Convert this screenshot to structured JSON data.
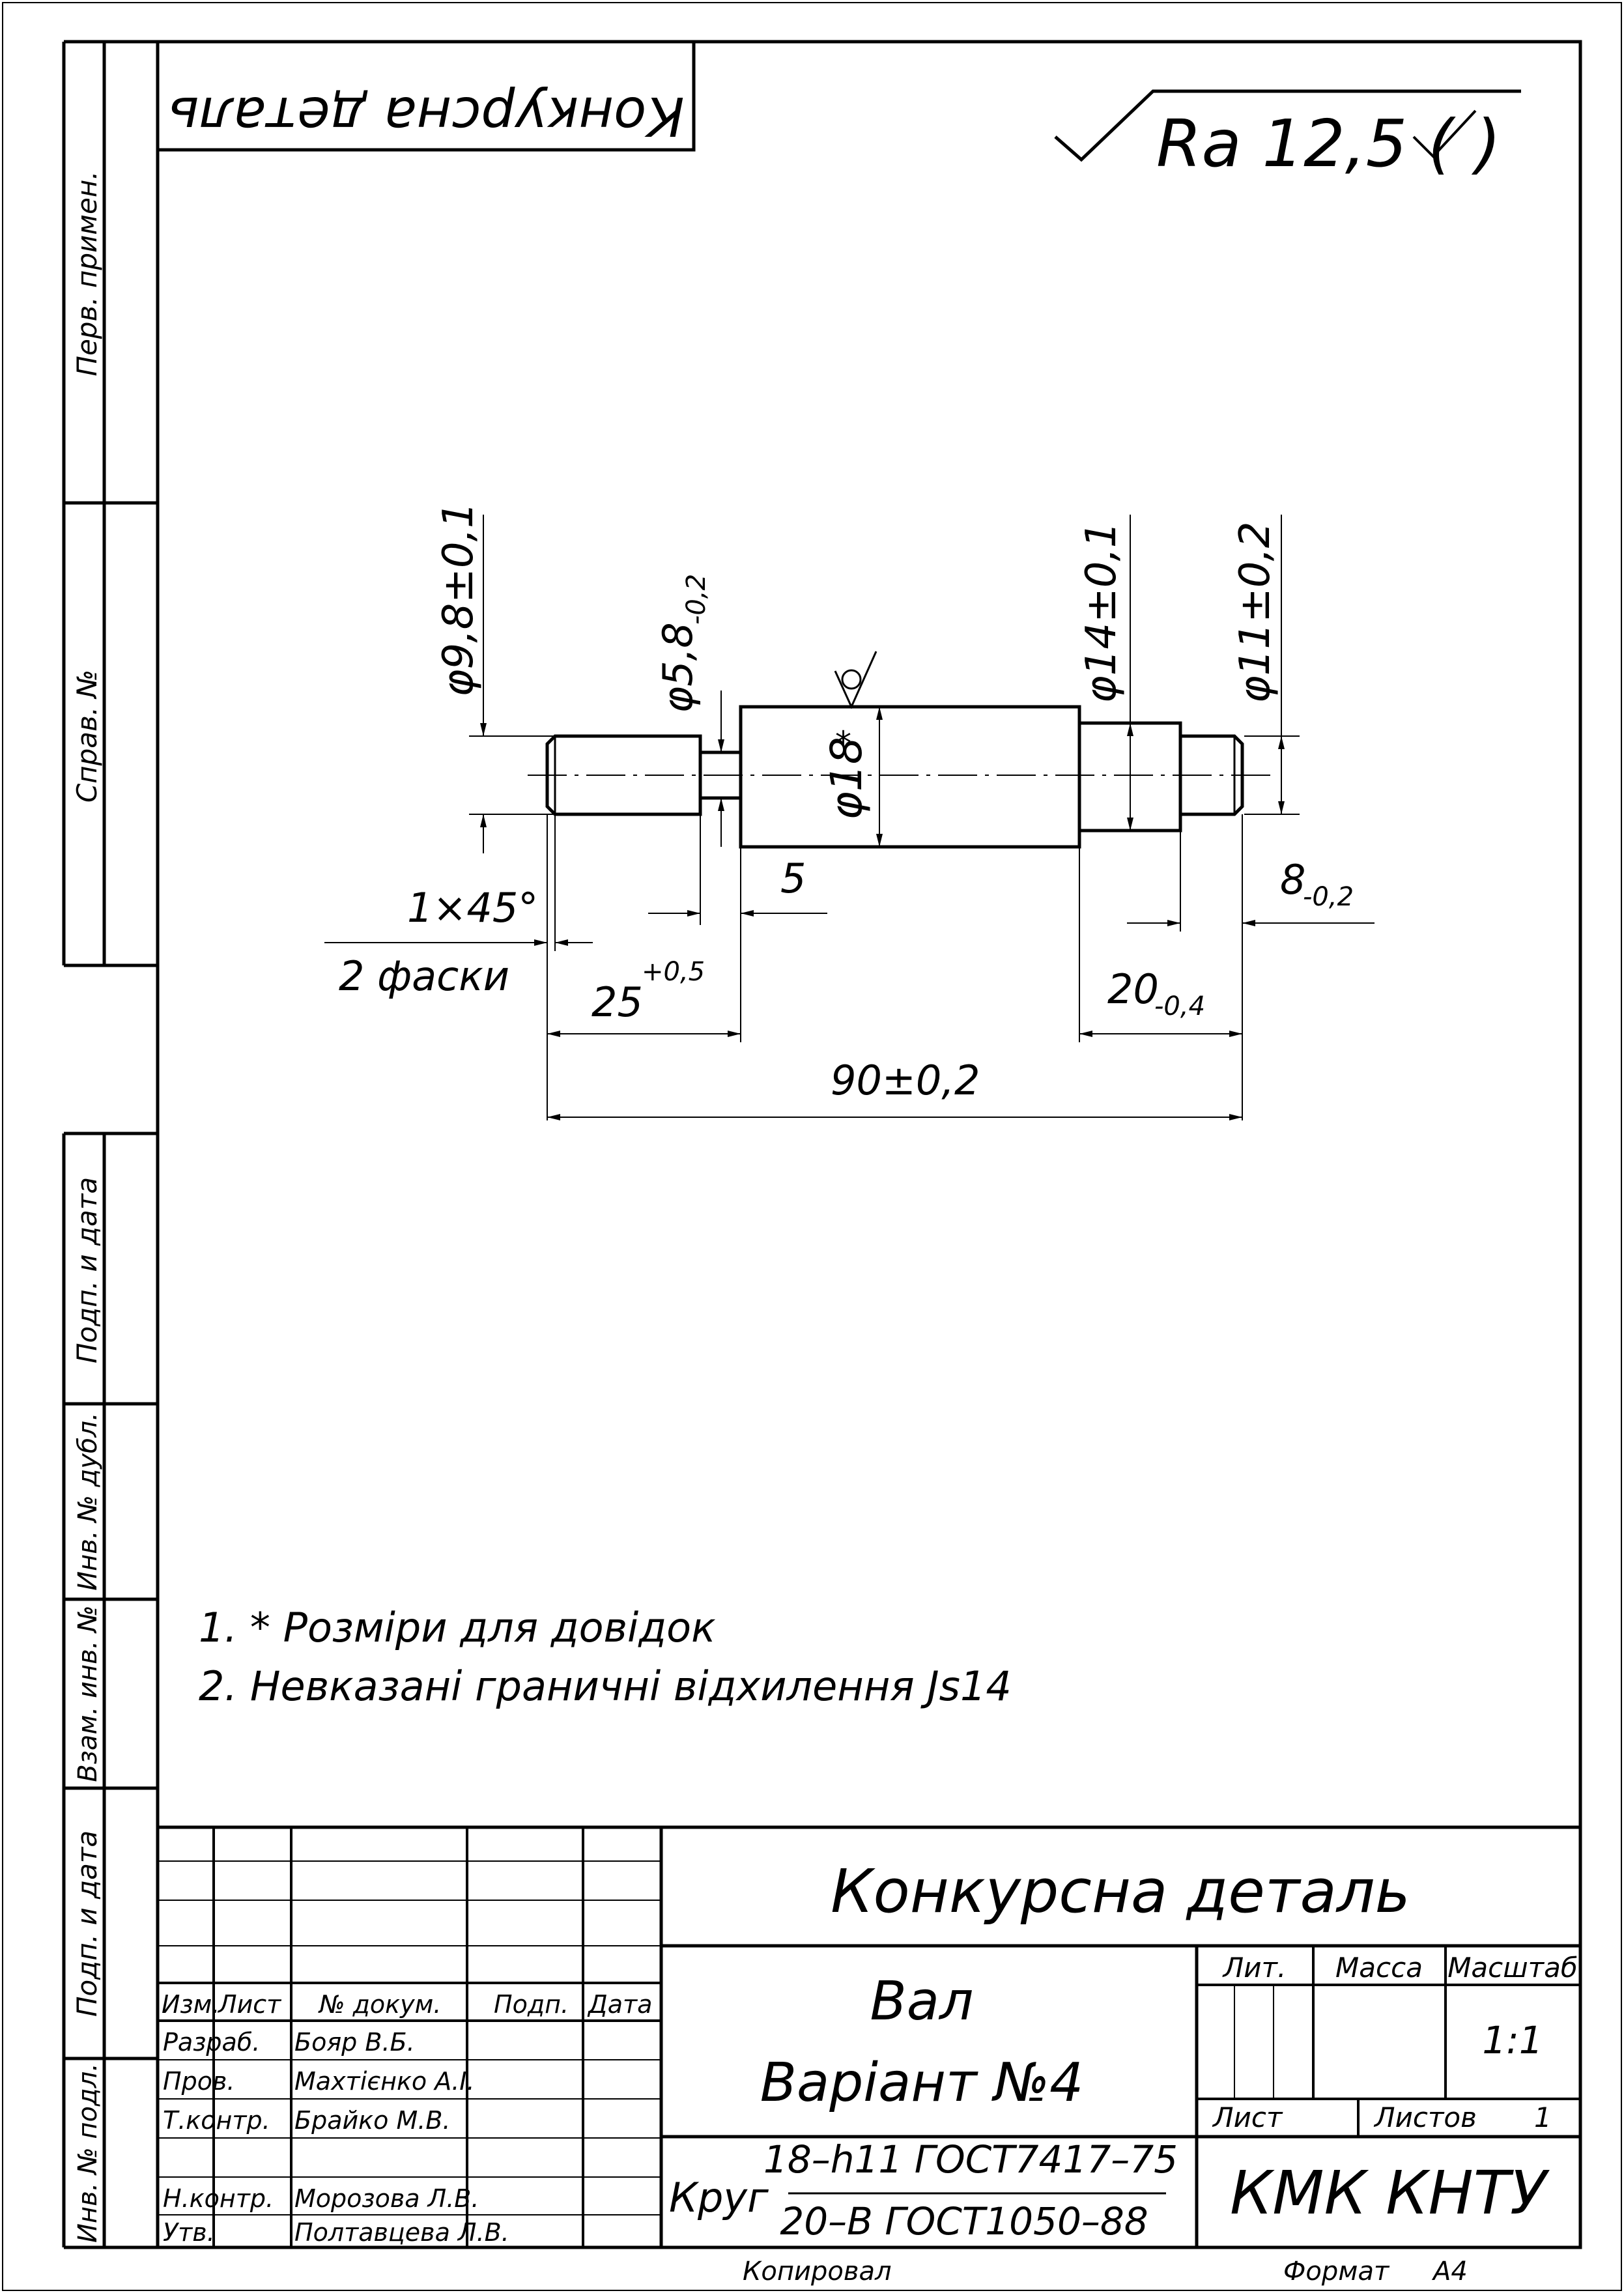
{
  "drawing": {
    "top_title_mirrored": "Конкурсна деталь",
    "roughness_symbol": "Ra 12,5 (",
    "roughness_symbol_close": ")",
    "side_columns": {
      "perv_primen": "Перв. примен.",
      "sprav_no": "Справ. №",
      "podp_i_data_1": "Подп. и дата",
      "inv_no_dubl": "Инв. № дубл.",
      "vzam_inv_no": "Взам. инв. №",
      "podp_i_data_2": "Подп. и дата",
      "inv_no_podl": "Инв. № подл."
    },
    "dimensions": {
      "dia_9_8": "φ9,8±0,1",
      "dia_5_8": "φ5,8",
      "dia_5_8_tol": "-0,2",
      "dia_18": "φ18",
      "dia_18_mark": "*",
      "dia_14": "φ14±0,1",
      "dia_11": "φ11±0,2",
      "chamfer": "1×45°",
      "chamfer_note": "2 фаски",
      "len_5": "5",
      "len_8": "8",
      "len_8_tol": "-0,2",
      "len_25": "25",
      "len_25_tol": "+0,5",
      "len_20": "20",
      "len_20_tol": "-0,4",
      "len_90": "90±0,2"
    },
    "notes": [
      "1.  * Розміри для довідок",
      "2.  Невказані граничні відхилення Js14"
    ]
  },
  "title_block": {
    "title": "Конкурсна деталь",
    "part_name": "Вал",
    "variant": "Варіант №4",
    "headers": {
      "izm": "Изм.",
      "list": "Лист",
      "doc_no": "№ докум.",
      "podp": "Подп.",
      "data": "Дата",
      "lit": "Лит.",
      "massa": "Масса",
      "masshtab": "Масштаб",
      "list_label": "Лист",
      "listov": "Листов",
      "listov_value": "1"
    },
    "scale": "1:1",
    "roles": [
      {
        "role": "Разраб.",
        "name": "Бояр В.Б."
      },
      {
        "role": "Пров.",
        "name": "Махтієнко А.І."
      },
      {
        "role": "Т.контр.",
        "name": "Брайко М.В."
      },
      {
        "role": "",
        "name": ""
      },
      {
        "role": "Н.контр.",
        "name": "Морозова Л.В."
      },
      {
        "role": "Утв.",
        "name": "Полтавцева Л.В."
      }
    ],
    "material_prefix": "Круг",
    "material_top": "18–h11 ГОСТ7417–75",
    "material_bottom": "20–В ГОСТ1050–88",
    "organization": "КМК КНТУ"
  },
  "footer": {
    "copied": "Копировал",
    "format_label": "Формат",
    "format_value": "А4"
  }
}
